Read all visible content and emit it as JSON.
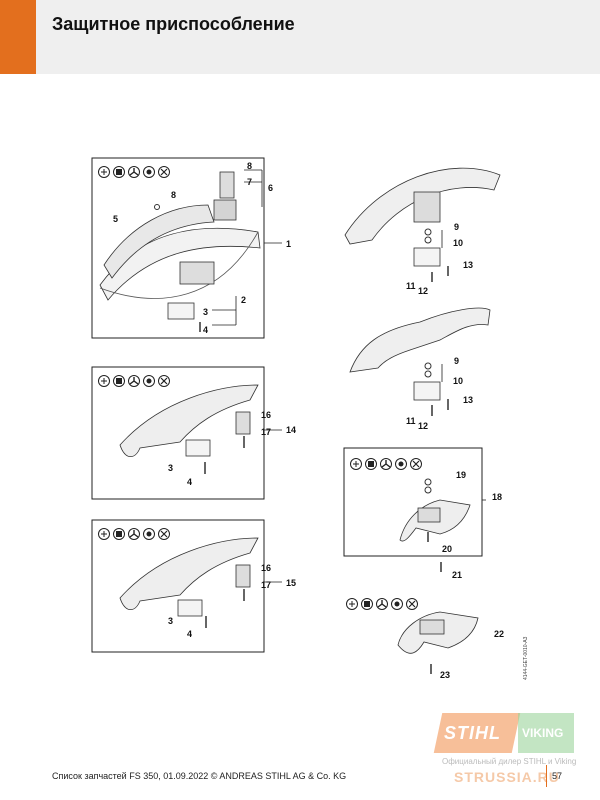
{
  "header": {
    "title": "Защитное приспособление"
  },
  "footer": {
    "text": "Список запчастей FS 350, 01.09.2022 © ANDREAS STIHL AG & Co. KG",
    "page": "57"
  },
  "watermark": {
    "brand1": "STIHL",
    "brand2": "VIKING",
    "caption": "Официальный дилер STIHL и Viking",
    "site": "STRUSSIA.RU",
    "colors": {
      "stihl": "#f08a46",
      "viking": "#9bd49b"
    }
  },
  "drawing_id": "4144-GET-0010-A3",
  "callouts": {
    "c1": "1",
    "c2": "2",
    "c3": "3",
    "c4": "4",
    "c5": "5",
    "c6": "6",
    "c7": "7",
    "c8": "8",
    "c8b": "8",
    "c9": "9",
    "c10": "10",
    "c11": "11",
    "c12": "12",
    "c13": "13",
    "c9b": "9",
    "c10b": "10",
    "c11b": "11",
    "c12b": "12",
    "c13b": "13",
    "c14": "14",
    "c15": "15",
    "c16": "16",
    "c17": "17",
    "c3b": "3",
    "c4b": "4",
    "c16b": "16",
    "c17b": "17",
    "c3c": "3",
    "c4c": "4",
    "c18": "18",
    "c19": "19",
    "c20": "20",
    "c21": "21",
    "c22": "22",
    "c23": "23"
  },
  "icons": {
    "tool_row": [
      "grass-blade-icon",
      "brush-knife-icon",
      "cutter-disc-icon",
      "saw-blade-icon",
      "scissors-icon"
    ]
  }
}
